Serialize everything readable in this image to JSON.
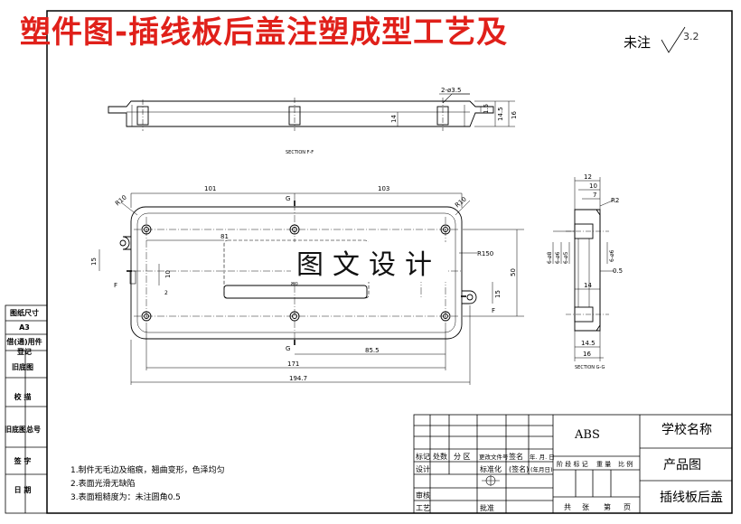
{
  "header": {
    "title": "塑件图-插线板后盖注塑成型工艺及",
    "roughness_label": "未注",
    "roughness_value": "3.2"
  },
  "watermark": "图文设计",
  "top_view": {
    "section_label": "SECTION F-F",
    "dims": [
      "2-ø3.5",
      "14.5",
      "16",
      "14",
      "1.5"
    ]
  },
  "main_view": {
    "dims": [
      "101",
      "103",
      "R10",
      "R10",
      "81",
      "R150",
      "15",
      "15",
      "10",
      "50",
      "171",
      "194.7",
      "85.5",
      "2",
      "80"
    ],
    "labels": [
      "G",
      "G",
      "F",
      "F"
    ]
  },
  "side_view": {
    "section_label": "SECTION G-G",
    "dims": [
      "12",
      "10",
      "7",
      "R2",
      "6-ø8",
      "6-ø6",
      "6-ø5",
      "6-ø6",
      "0.5",
      "14",
      "14.5",
      "16"
    ]
  },
  "left_column": [
    "图纸尺寸",
    "A3",
    "借(通)用件登记",
    "旧底图",
    "校 描",
    "旧底图总号",
    "签 字",
    "日 期"
  ],
  "notes": [
    "1.制件无毛边及缩痕，翘曲变形，色泽均匀",
    "2.表面光滑无缺陷",
    "3.表面粗糙度为：未注圆角0.5"
  ],
  "title_block": {
    "material": "ABS",
    "school": "学校名称",
    "drawing_type": "产品图",
    "part_name": "插线板后盖",
    "row_headers": [
      "标记",
      "处数",
      "分 区",
      "更改文件号",
      "签名",
      "年. 月. 日"
    ],
    "design": "设计",
    "standardize": "标准化",
    "sign": "(签名)",
    "date": "(年月日)",
    "stage_labels": [
      "阶 段 标 记",
      "重 量",
      "比 例"
    ],
    "review": "审核",
    "process": "工艺",
    "approve": "批准",
    "sheets": [
      "共",
      "张",
      "第",
      "页"
    ]
  }
}
